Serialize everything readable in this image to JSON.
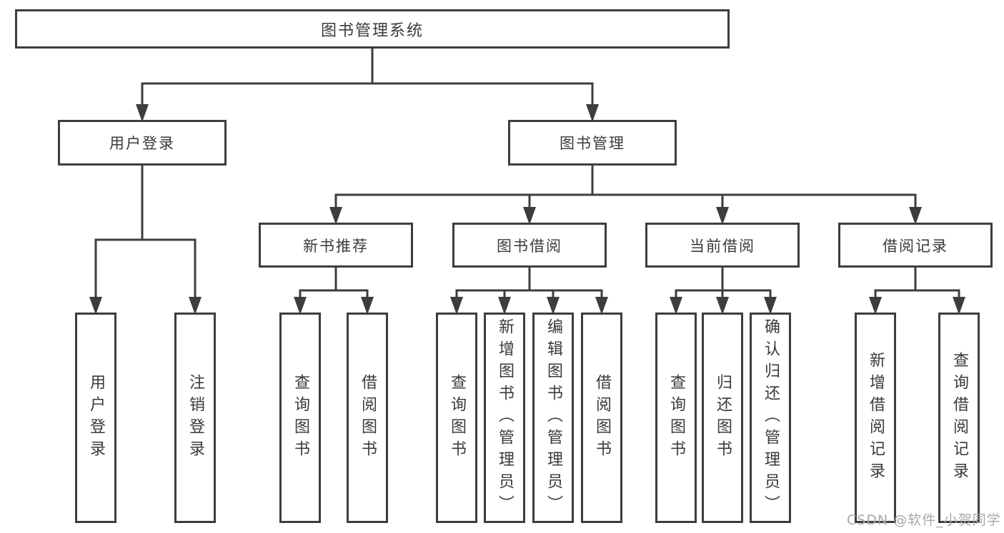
{
  "diagram_title": "图书管理系统",
  "colors": {
    "line": "#3d3d3d",
    "text": "#3a3a3a",
    "background": "#ffffff",
    "watermark_text": "#a8a8a8"
  },
  "tree": {
    "root": {
      "label": "图书管理系统"
    },
    "level2": [
      {
        "label": "用户登录",
        "parent": "图书管理系统"
      },
      {
        "label": "图书管理",
        "parent": "图书管理系统"
      }
    ],
    "level3": [
      {
        "label": "新书推荐",
        "parent": "图书管理"
      },
      {
        "label": "图书借阅",
        "parent": "图书管理"
      },
      {
        "label": "当前借阅",
        "parent": "图书管理"
      },
      {
        "label": "借阅记录",
        "parent": "图书管理"
      }
    ],
    "leaves": [
      {
        "label": "用户登录",
        "parent": "用户登录"
      },
      {
        "label": "注销登录",
        "parent": "用户登录"
      },
      {
        "label": "查询图书",
        "parent": "新书推荐"
      },
      {
        "label": "借阅图书",
        "parent": "新书推荐"
      },
      {
        "label": "查询图书",
        "parent": "图书借阅"
      },
      {
        "label": "新增图书（管理员）",
        "parent": "图书借阅"
      },
      {
        "label": "编辑图书（管理员）",
        "parent": "图书借阅"
      },
      {
        "label": "借阅图书",
        "parent": "图书借阅"
      },
      {
        "label": "查询图书",
        "parent": "当前借阅"
      },
      {
        "label": "归还图书",
        "parent": "当前借阅"
      },
      {
        "label": "确认归还（管理员）",
        "parent": "当前借阅"
      },
      {
        "label": "新增借阅记录",
        "parent": "借阅记录"
      },
      {
        "label": "查询借阅记录",
        "parent": "借阅记录"
      }
    ]
  },
  "watermark": {
    "text": "CSDN @软件_小贺同学"
  }
}
